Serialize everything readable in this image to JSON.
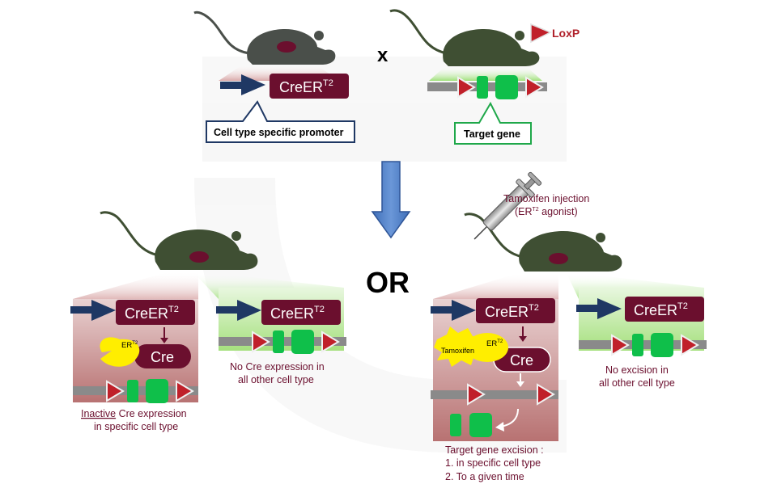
{
  "colors": {
    "mouse_dark": "#4a4f4a",
    "mouse_green": "#3f4f33",
    "maroon": "#6b0f2e",
    "gene_green": "#0fbf4a",
    "navy_arrow": "#1f3864",
    "loxp_red": "#c0202a",
    "blue_arrow": "#4a78c2",
    "yellow": "#ffee00",
    "light_green": "#9fe07a",
    "pink_zone": "#b46c6c"
  },
  "legend": {
    "loxp_label": "LoxP"
  },
  "cross": {
    "symbol": "x"
  },
  "parent_cre": {
    "box_label": "CreER",
    "box_sup": "T2",
    "promoter_callout": "Cell type specific promoter"
  },
  "parent_target": {
    "callout": "Target gene"
  },
  "or_label": "OR",
  "tamoxifen": {
    "injection_line1": "Tamoxifen injection",
    "injection_line2_pre": "(ER",
    "injection_line2_sup": "T2",
    "injection_line2_post": " agonist)",
    "burst_label": "Tamoxifen"
  },
  "panels": {
    "inactive": {
      "box_label": "CreER",
      "box_sup": "T2",
      "er_label": "ER",
      "er_sup": "T2",
      "cre_label": "Cre",
      "caption_underlined": "Inactive",
      "caption_rest": " Cre expression",
      "caption_line2": "in specific cell type"
    },
    "no_cre": {
      "box_label": "CreER",
      "box_sup": "T2",
      "caption_line1": "No Cre expression in",
      "caption_line2": "all other cell type"
    },
    "excision": {
      "box_label": "CreER",
      "box_sup": "T2",
      "er_label": "ER",
      "er_sup": "T2",
      "cre_label": "Cre",
      "caption_line1": "Target gene excision :",
      "caption_line2": "1. in specific cell type",
      "caption_line3": "2. To a given time"
    },
    "no_excision": {
      "box_label": "CreER",
      "box_sup": "T2",
      "caption_line1": "No excision in",
      "caption_line2": "all other cell type"
    }
  }
}
